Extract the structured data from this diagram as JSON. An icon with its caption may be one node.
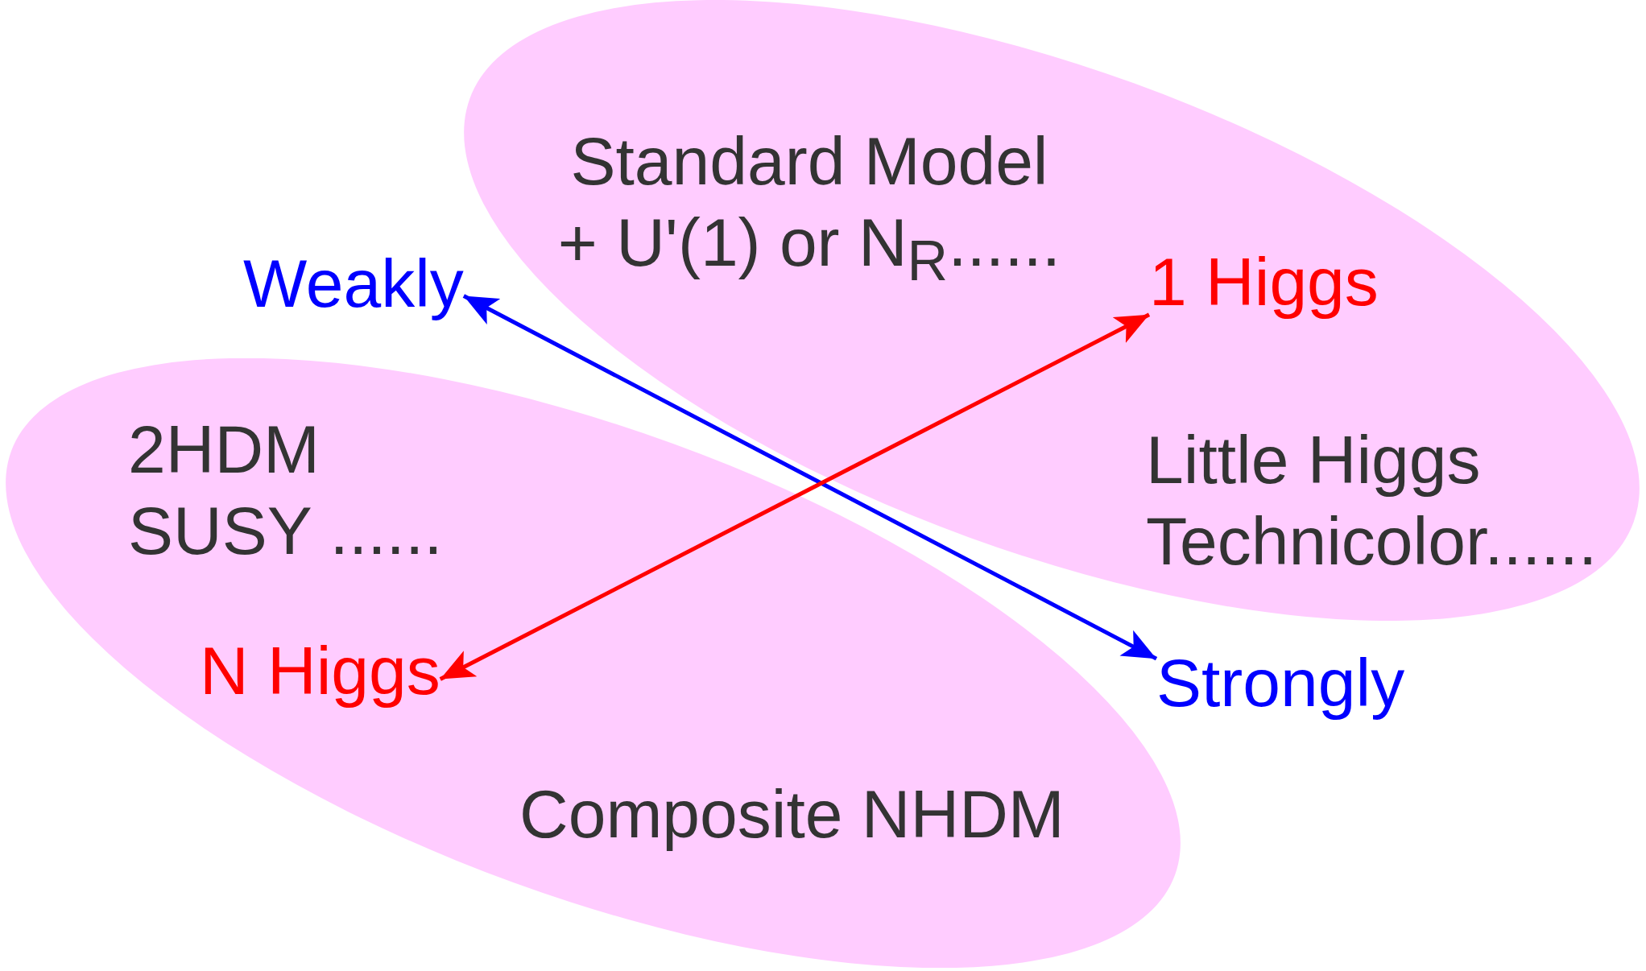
{
  "diagram": {
    "nodes": [
      {
        "text": [
          "Standard Model + U'(1) or N$_{R}$......",
          "Little Higgs Technicolor......"
        ]
      },
      {
        "text": [
          "Weakly"
        ]
      },
      {
        "text": [
          "1 Higgs"
        ],
        "in": 0
      },
      {
        "text": [
          "2HDM SUSY ......",
          "Composite NHDM"
        ]
      },
      {
        "text": [
          "N Higgs"
        ],
        "in": 3
      },
      {
        "text": [
          "Strongly"
        ]
      }
    ],
    "edges": [
      {
        "from": 1,
        "to": 5,
        "arrow": "both",
        "color": "#0000ff"
      },
      {
        "from": 4,
        "to": 2,
        "arrow": "both",
        "color": "#ff0000"
      }
    ]
  }
}
